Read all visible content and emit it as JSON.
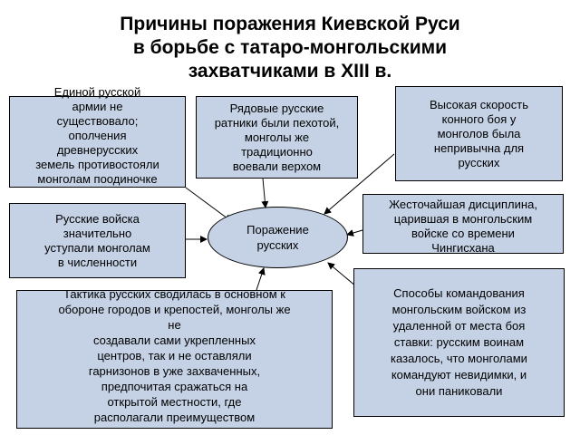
{
  "title": {
    "line1": "Причины поражения Киевской Руси",
    "line2": "в борьбе с татаро-монгольскими",
    "line3": "захватчиками в XIII в."
  },
  "center": {
    "text": "Поражение\nрусских"
  },
  "boxes": {
    "no_army": "Единой русской\nармии не\nсуществовало;\nополчения\nдревнерусских\nземель противостояли\nмонголам поодиночке",
    "infantry": "Рядовые русские\nратники были пехотой,\nмонголы же\nтрадиционно\nвоевали верхом",
    "speed": "Высокая скорость\nконного боя у\nмонголов была\nнепривычна для\nрусских",
    "numbers": "Русские войска\nзначительно\nуступали монголам\nв численности",
    "discipline": "Жесточайшая дисциплина,\nцарившая в монгольским\nвойске со времени\nЧингисхана",
    "tactics": "Тактика русских сводилась в основном к\nобороне городов и крепостей, монголы же\nне\nсоздавали сами укрепленных\nцентров, так и не оставляли\nгарнизонов в уже захваченных,\nпредпочитая сражаться на\nоткрытой местности, где\nрасполагали преимуществом",
    "command": "Способы командования\nмонгольским войском из\nудаленной от места боя\nставки: русским воинам\nказалось, что монголами\nкомандуют невидимки, и\nони паниковали"
  },
  "colors": {
    "box_fill": "#c5d2e6",
    "border": "#000000",
    "background": "#ffffff"
  }
}
